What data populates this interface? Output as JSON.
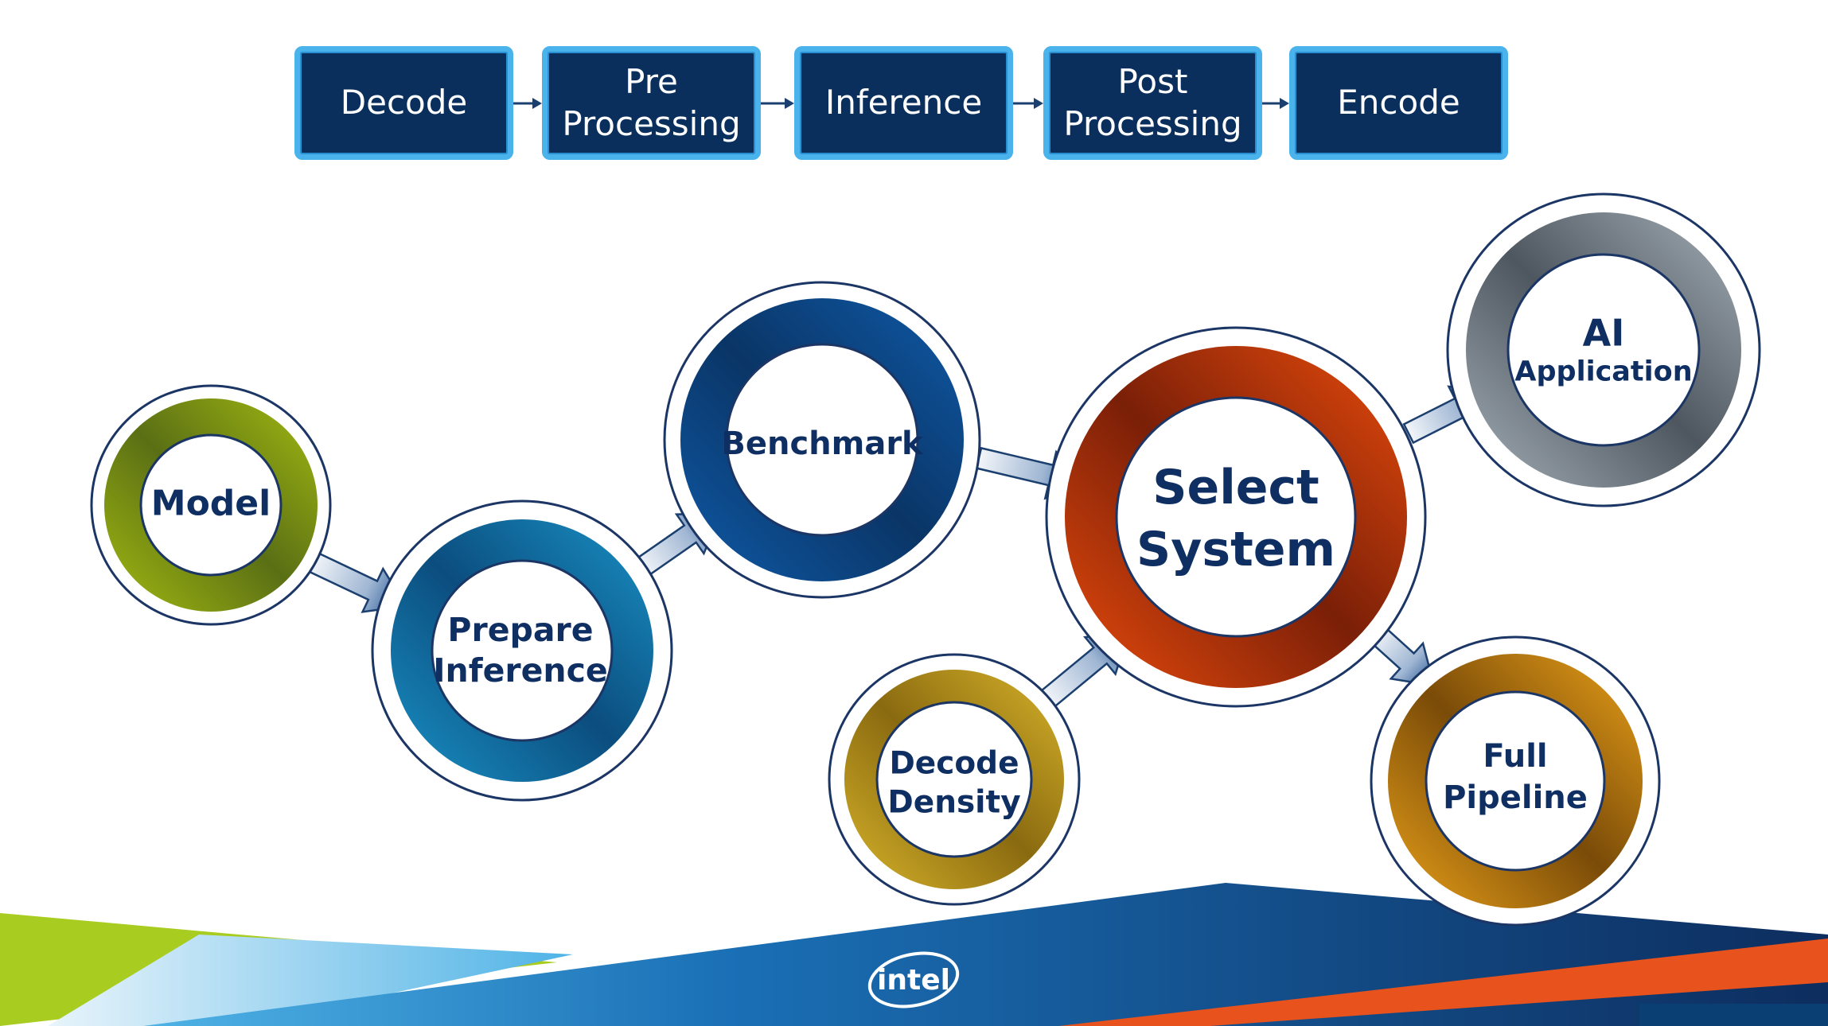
{
  "pipeline": [
    {
      "id": "decode",
      "lines": [
        "Decode"
      ]
    },
    {
      "id": "pre-processing",
      "lines": [
        "Pre",
        "Processing"
      ]
    },
    {
      "id": "inference",
      "lines": [
        "Inference"
      ]
    },
    {
      "id": "post-processing",
      "lines": [
        "Post",
        "Processing"
      ]
    },
    {
      "id": "encode",
      "lines": [
        "Encode"
      ]
    }
  ],
  "workflow": [
    {
      "id": "model",
      "lines": [
        "Model"
      ],
      "colors": [
        "#5a6f14",
        "#a4bb12"
      ]
    },
    {
      "id": "prepare-inference",
      "lines": [
        "Prepare",
        "Inference"
      ],
      "colors": [
        "#0b4d7e",
        "#1a92c6"
      ]
    },
    {
      "id": "benchmark",
      "lines": [
        "Benchmark"
      ],
      "colors": [
        "#0a3566",
        "#0f5aa8"
      ]
    },
    {
      "id": "select-system",
      "lines": [
        "Select",
        "System"
      ],
      "colors": [
        "#7a1f08",
        "#ea4c0c"
      ]
    },
    {
      "id": "decode-density",
      "lines": [
        "Decode",
        "Density"
      ],
      "colors": [
        "#8a6a10",
        "#d8b42a"
      ]
    },
    {
      "id": "ai-application",
      "lines": [
        "AI",
        "Application"
      ],
      "colors": [
        "#4e5760",
        "#a6b0b8"
      ]
    },
    {
      "id": "full-pipeline",
      "lines": [
        "Full",
        "Pipeline"
      ],
      "colors": [
        "#7a4b08",
        "#eba21a"
      ]
    }
  ],
  "brand": {
    "logo_text": "intel"
  },
  "colors": {
    "box_fill": "#0a2f5c",
    "box_border": "#4ab3ec",
    "label_text": "#0f2f63",
    "arrow_start": "#f3f6fa",
    "arrow_end": "#1b4b8c",
    "band_dark": "#0d2d5e",
    "band_light": "#4fb3e6",
    "band_green": "#a8cc1f",
    "band_orange": "#e8521c"
  }
}
